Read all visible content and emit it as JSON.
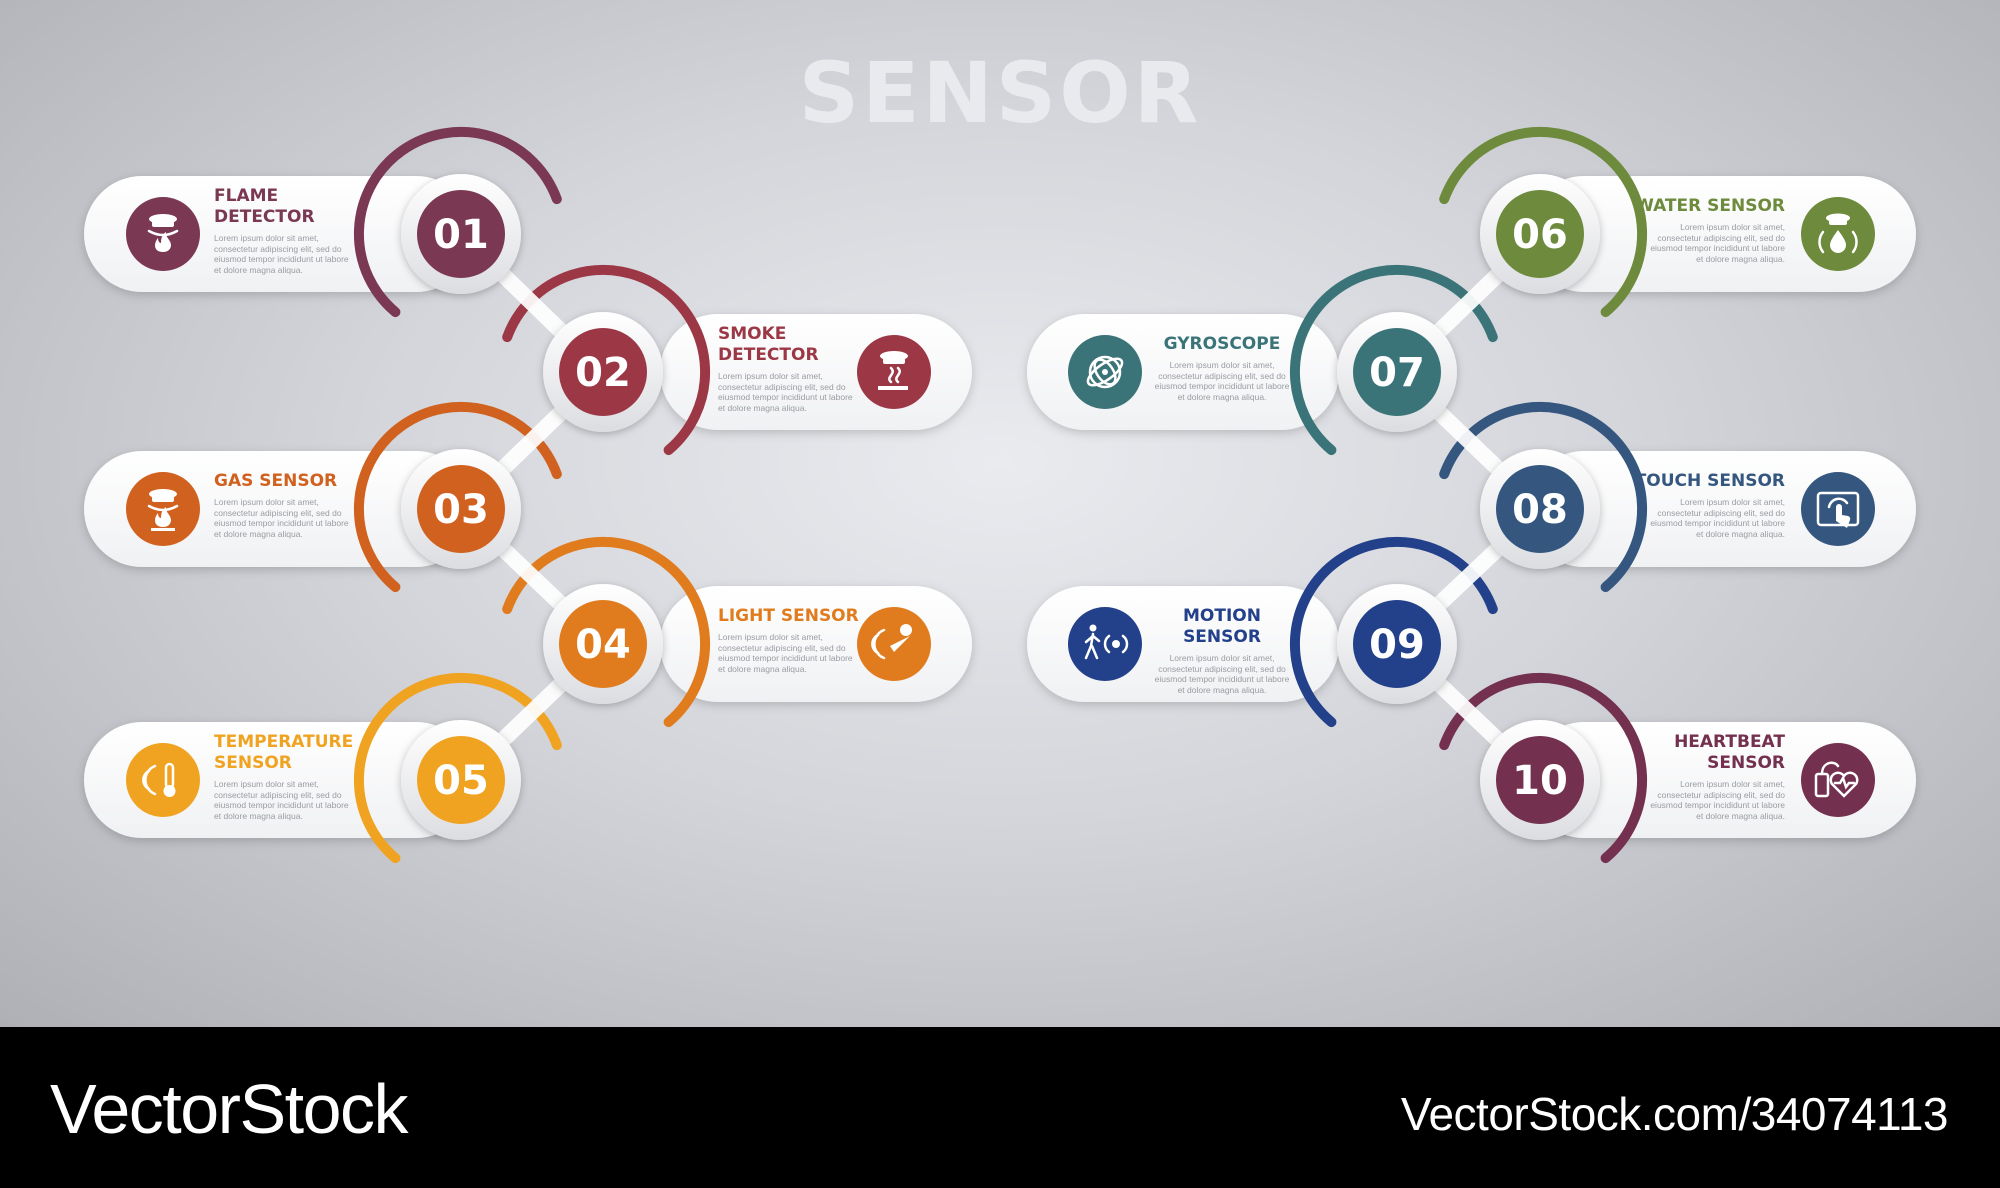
{
  "title": "SENSOR",
  "lorem": [
    "Lorem ipsum dolor sit amet,",
    "consectetur adipiscing elit, sed do",
    "eiusmod tempor incididunt ut labore",
    "et dolore magna aliqua."
  ],
  "steps": [
    {
      "num": "01",
      "label": [
        "FLAME",
        "DETECTOR"
      ],
      "color": "#7a3852",
      "icon": "flame-detector-icon"
    },
    {
      "num": "02",
      "label": [
        "SMOKE",
        "DETECTOR"
      ],
      "color": "#9c3846",
      "icon": "smoke-detector-icon"
    },
    {
      "num": "03",
      "label": [
        "GAS SENSOR"
      ],
      "color": "#d0611f",
      "icon": "gas-sensor-icon"
    },
    {
      "num": "04",
      "label": [
        "LIGHT SENSOR"
      ],
      "color": "#e07b1e",
      "icon": "light-sensor-icon"
    },
    {
      "num": "05",
      "label": [
        "TEMPERATURE",
        "SENSOR"
      ],
      "color": "#f0a321",
      "icon": "temperature-sensor-icon"
    },
    {
      "num": "06",
      "label": [
        "WATER  SENSOR"
      ],
      "color": "#6e8a3c",
      "icon": "water-sensor-icon"
    },
    {
      "num": "07",
      "label": [
        "GYROSCOPE"
      ],
      "color": "#3b7478",
      "icon": "gyroscope-icon"
    },
    {
      "num": "08",
      "label": [
        "TOUCH SENSOR"
      ],
      "color": "#35577f",
      "icon": "touch-sensor-icon"
    },
    {
      "num": "09",
      "label": [
        "MOTION SENSOR"
      ],
      "color": "#23408a",
      "icon": "motion-sensor-icon"
    },
    {
      "num": "10",
      "label": [
        "HEARTBEAT",
        "SENSOR"
      ],
      "color": "#74304f",
      "icon": "heartbeat-sensor-icon"
    }
  ],
  "footer": {
    "brand": "VectorStock",
    "url": "VectorStock.com/34074113"
  }
}
